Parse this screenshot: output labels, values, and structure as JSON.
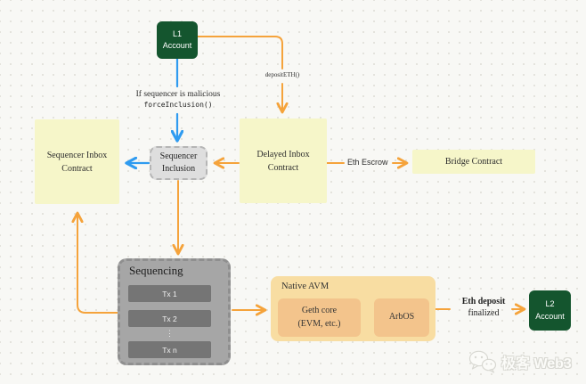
{
  "colors": {
    "background": "#f8f8f5",
    "grid_dot": "#dddcd5",
    "yellow_box": "#f6f6c9",
    "green_box": "#14552e",
    "orange_arrow": "#f5a33b",
    "blue_arrow": "#2f9bf0",
    "inclusion_box": "#dedede",
    "sequencing_box": "#a6a6a6",
    "tx_box": "#757575",
    "avm_outer": "#f8dda2",
    "avm_inner": "#f3c48c",
    "text_dark": "#2e2e2e"
  },
  "nodes": {
    "l1_account": {
      "lines": [
        "L1",
        "Account"
      ]
    },
    "sequencer_inbox": {
      "lines": [
        "Sequencer Inbox",
        "Contract"
      ]
    },
    "sequencer_inclusion": {
      "lines": [
        "Sequencer",
        "Inclusion"
      ]
    },
    "delayed_inbox": {
      "lines": [
        "Delayed Inbox",
        "Contract"
      ]
    },
    "bridge_contract": {
      "label": "Bridge Contract"
    },
    "sequencing": {
      "title": "Sequencing",
      "txs": [
        "Tx 1",
        "Tx 2",
        "Tx n"
      ],
      "ellipsis": "⋮"
    },
    "native_avm": {
      "title": "Native AVM",
      "geth_lines": [
        "Geth core",
        "(EVM, etc.)"
      ],
      "arbos_label": "ArbOS"
    },
    "l2_account": {
      "lines": [
        "L2",
        "Account"
      ]
    }
  },
  "edge_labels": {
    "deposit_eth": "depositETH()",
    "malicious_condition": "If sequencer is malicious",
    "force_inclusion": "forceInclusion()",
    "eth_escrow": "Eth Escrow",
    "eth_deposit": "Eth deposit",
    "finalized": "finalized"
  },
  "watermark": {
    "text": "极客 Web3"
  }
}
